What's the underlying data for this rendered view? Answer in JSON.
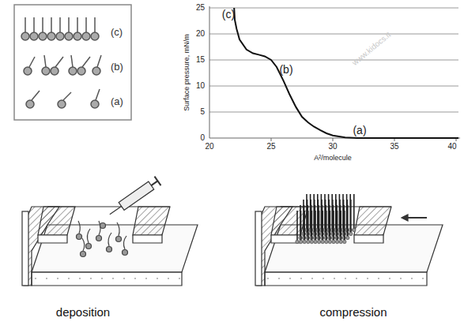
{
  "diagram": {
    "labels": [
      "(c)",
      "(b)",
      "(a)",
      "25",
      "20",
      "15",
      "10",
      "5",
      "0",
      "Surface pressure, mN/m",
      "(c)",
      "(b)",
      "(a)",
      "20",
      "25",
      "30",
      "35",
      "40",
      "A²/molecule",
      "www.kidocs.it",
      "deposition",
      "compression"
    ]
  }
}
